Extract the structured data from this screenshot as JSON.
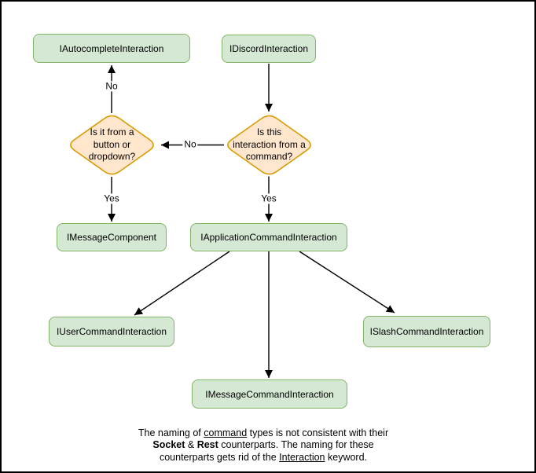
{
  "diagram": {
    "colors": {
      "node_fill": "#d5e8d4",
      "node_stroke": "#82b366",
      "decision_fill": "#ffe6cc",
      "decision_stroke": "#d79b00",
      "edge": "#000000",
      "page_border": "#000000"
    },
    "nodes": {
      "autocomplete": {
        "label": "IAutocompleteInteraction"
      },
      "discord": {
        "label": "IDiscordInteraction"
      },
      "message_component": {
        "label": "IMessageComponent"
      },
      "application_command": {
        "label": "IApplicationCommandInteraction"
      },
      "user_command": {
        "label": "IUserCommandInteraction"
      },
      "slash_command": {
        "label": "ISlashCommandInteraction"
      },
      "message_command": {
        "label": "IMessageCommandInteraction"
      }
    },
    "decisions": {
      "button_or_dropdown": {
        "label": "Is it from a\nbutton or\ndropdown?"
      },
      "from_command": {
        "label": "Is this\ninteraction from a\ncommand?"
      }
    },
    "edge_labels": {
      "no_to_autocomplete": "No",
      "no_between_decisions": "No",
      "yes_to_message_component": "Yes",
      "yes_to_application_command": "Yes"
    }
  },
  "caption": {
    "segments": [
      {
        "text": "The naming of ",
        "style": "normal"
      },
      {
        "text": "command",
        "style": "underline"
      },
      {
        "text": " types is not consistent with their\n",
        "style": "normal"
      },
      {
        "text": "Socket",
        "style": "bold"
      },
      {
        "text": " & ",
        "style": "normal"
      },
      {
        "text": "Rest",
        "style": "bold"
      },
      {
        "text": " counterparts. The naming for these\ncounterparts gets rid of the ",
        "style": "normal"
      },
      {
        "text": "Interaction",
        "style": "underline"
      },
      {
        "text": " keyword.",
        "style": "normal"
      }
    ]
  }
}
